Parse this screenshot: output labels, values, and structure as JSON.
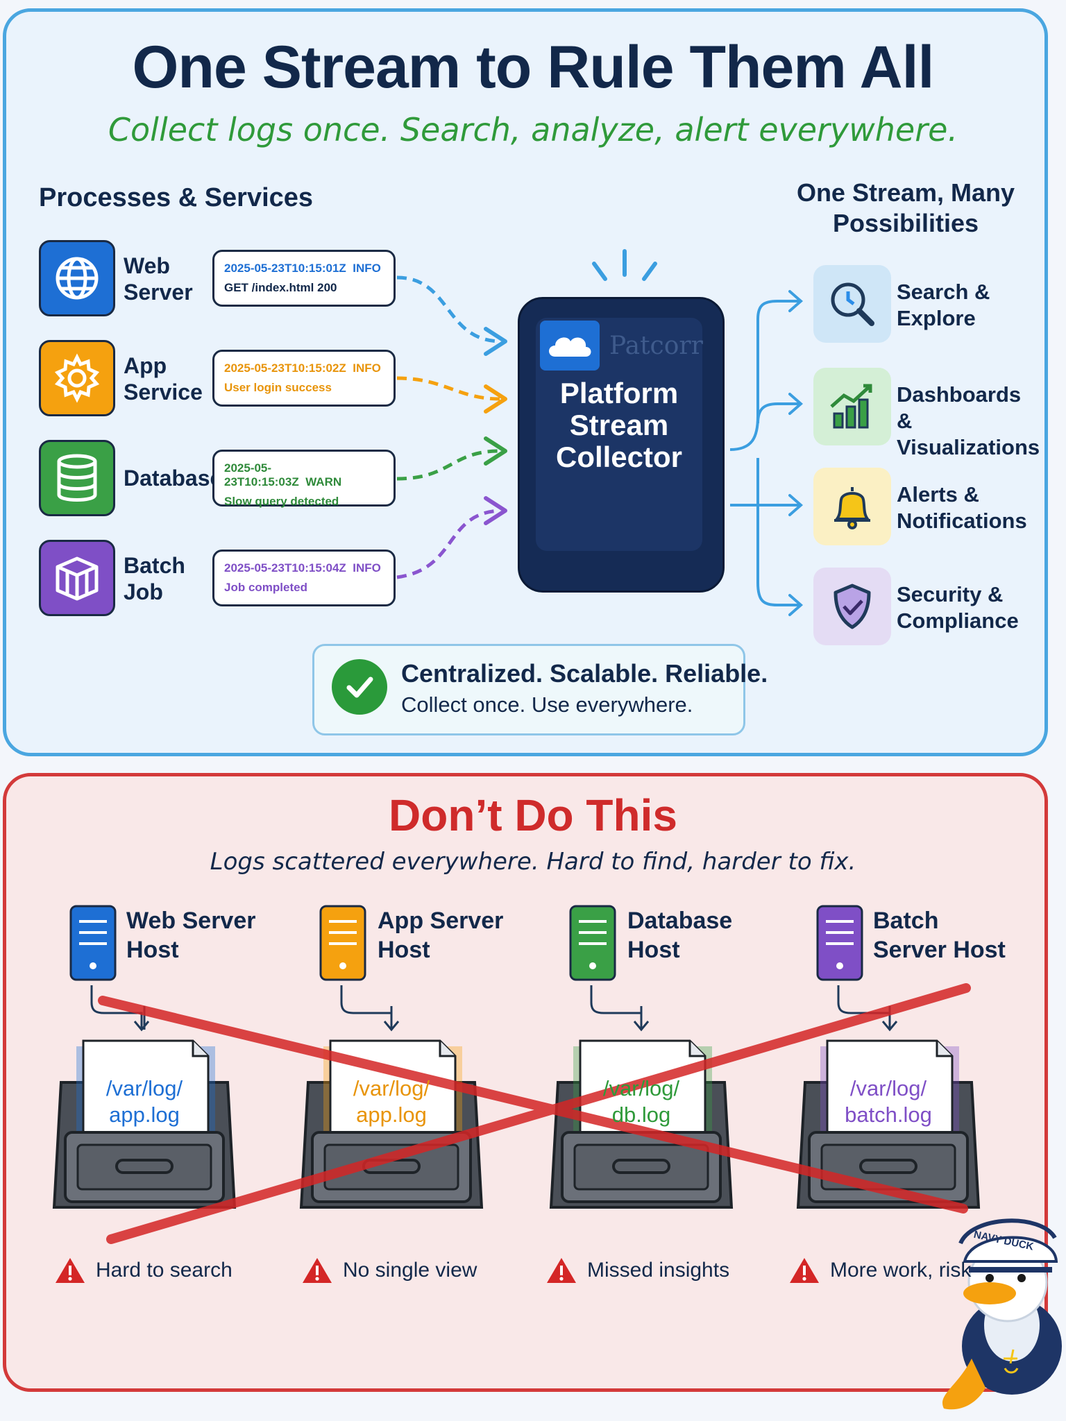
{
  "header": {
    "title": "One Stream to Rule Them All",
    "subtitle": "Collect logs once.  Search, analyze, alert everywhere."
  },
  "sources": {
    "heading": "Processes & Services",
    "items": [
      {
        "label": "Web Server",
        "icon": "globe-icon",
        "color": "#1e6fd4",
        "timestamp": "2025-05-23T10:15:01Z",
        "level": "INFO",
        "message": "GET /index.html 200"
      },
      {
        "label": "App Service",
        "icon": "gear-icon",
        "color": "#f5a10f",
        "timestamp": "2025-05-23T10:15:02Z",
        "level": "INFO",
        "message": "User login success"
      },
      {
        "label": "Database",
        "icon": "database-icon",
        "color": "#3aa046",
        "timestamp": "2025-05-23T10:15:03Z",
        "level": "WARN",
        "message": "Slow query detected"
      },
      {
        "label": "Batch Job",
        "icon": "box-icon",
        "color": "#7f4fc6",
        "timestamp": "2025-05-23T10:15:04Z",
        "level": "INFO",
        "message": "Job completed"
      }
    ]
  },
  "collector": {
    "ghost_text": "Patcorr",
    "title": "Platform Stream Collector"
  },
  "outputs": {
    "heading": "One Stream, Many Possibilities",
    "items": [
      {
        "label": "Search & Explore",
        "icon": "search-clock-icon",
        "bg": "#cfe6f7"
      },
      {
        "label": "Dashboards & Visualizations",
        "icon": "chart-icon",
        "bg": "#d4efd6"
      },
      {
        "label": "Alerts & Notifications",
        "icon": "bell-icon",
        "bg": "#fbf0c4"
      },
      {
        "label": "Security & Compliance",
        "icon": "shield-icon",
        "bg": "#e4dcf4"
      }
    ]
  },
  "motto": {
    "line1": "Centralized.  Scalable.  Reliable.",
    "line2": "Collect once.  Use everywhere."
  },
  "anti_pattern": {
    "title": "Don’t Do This",
    "subtitle": "Logs scattered everywhere.  Hard to find, harder to fix.",
    "hosts": [
      {
        "label": "Web Server Host",
        "path": "/var/log/ app.log",
        "color": "#1e6fd4",
        "warning": "Hard to search"
      },
      {
        "label": "App Server Host",
        "path": "/var/log/ app.log",
        "color": "#f5a10f",
        "warning": "No single view"
      },
      {
        "label": "Database Host",
        "path": "/var/log/ db.log",
        "color": "#3aa046",
        "warning": "Missed insights"
      },
      {
        "label": "Batch Server Host",
        "path": "/var/log/ batch.log",
        "color": "#7f4fc6",
        "warning": "More work, risk"
      }
    ],
    "mascot_text": "NAVY DUCK"
  }
}
